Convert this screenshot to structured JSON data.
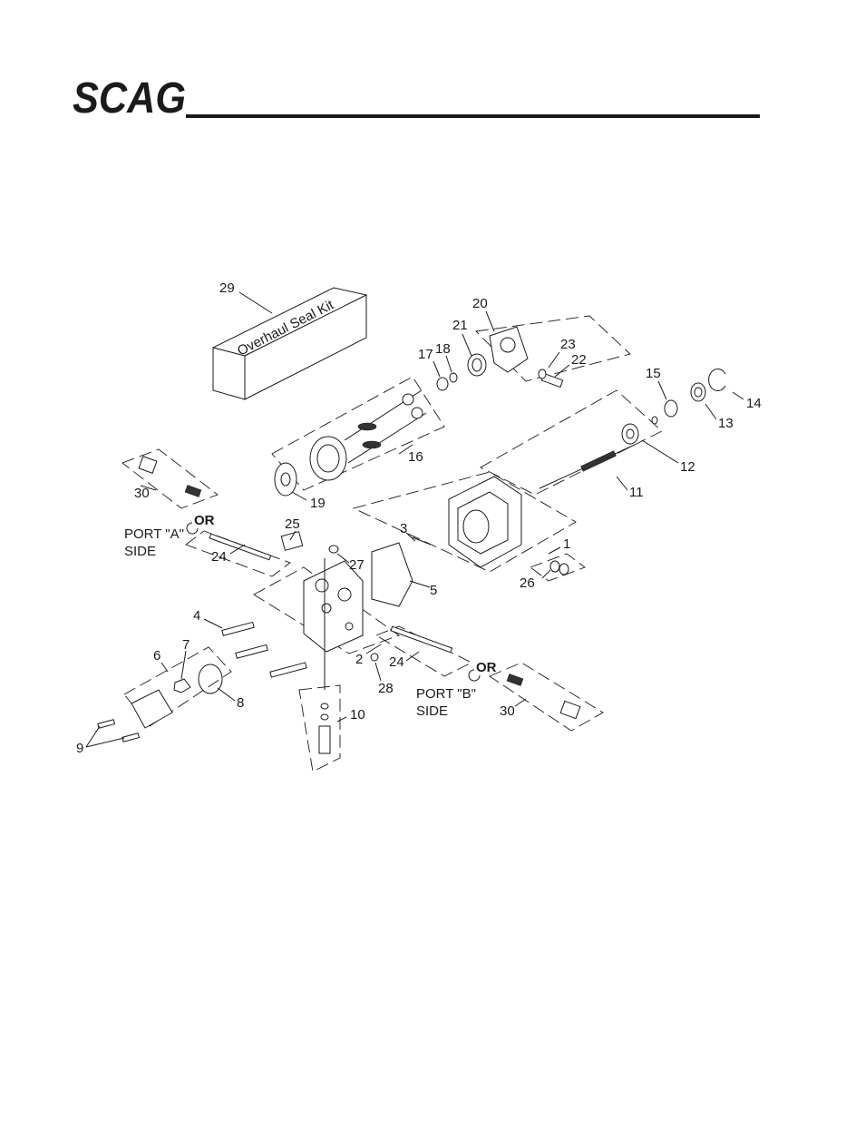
{
  "brand": {
    "logo_text": "SCAG"
  },
  "diagram": {
    "kit_label": "Overhaul Seal Kit",
    "port_a": {
      "line1": "PORT \"A\"",
      "line2": "SIDE"
    },
    "port_b": {
      "line1": "PORT \"B\"",
      "line2": "SIDE"
    },
    "or_symbol": "OR",
    "callouts": {
      "c1": "1",
      "c2": "2",
      "c3": "3",
      "c4": "4",
      "c5": "5",
      "c6": "6",
      "c7": "7",
      "c8": "8",
      "c9": "9",
      "c10": "10",
      "c11": "11",
      "c12": "12",
      "c13": "13",
      "c14": "14",
      "c15": "15",
      "c16": "16",
      "c17": "17",
      "c18": "18",
      "c19": "19",
      "c20": "20",
      "c21": "21",
      "c22": "22",
      "c23": "23",
      "c24a": "24",
      "c24b": "24",
      "c25": "25",
      "c26": "26",
      "c27": "27",
      "c28": "28",
      "c29": "29",
      "c30a": "30",
      "c30b": "30"
    }
  }
}
